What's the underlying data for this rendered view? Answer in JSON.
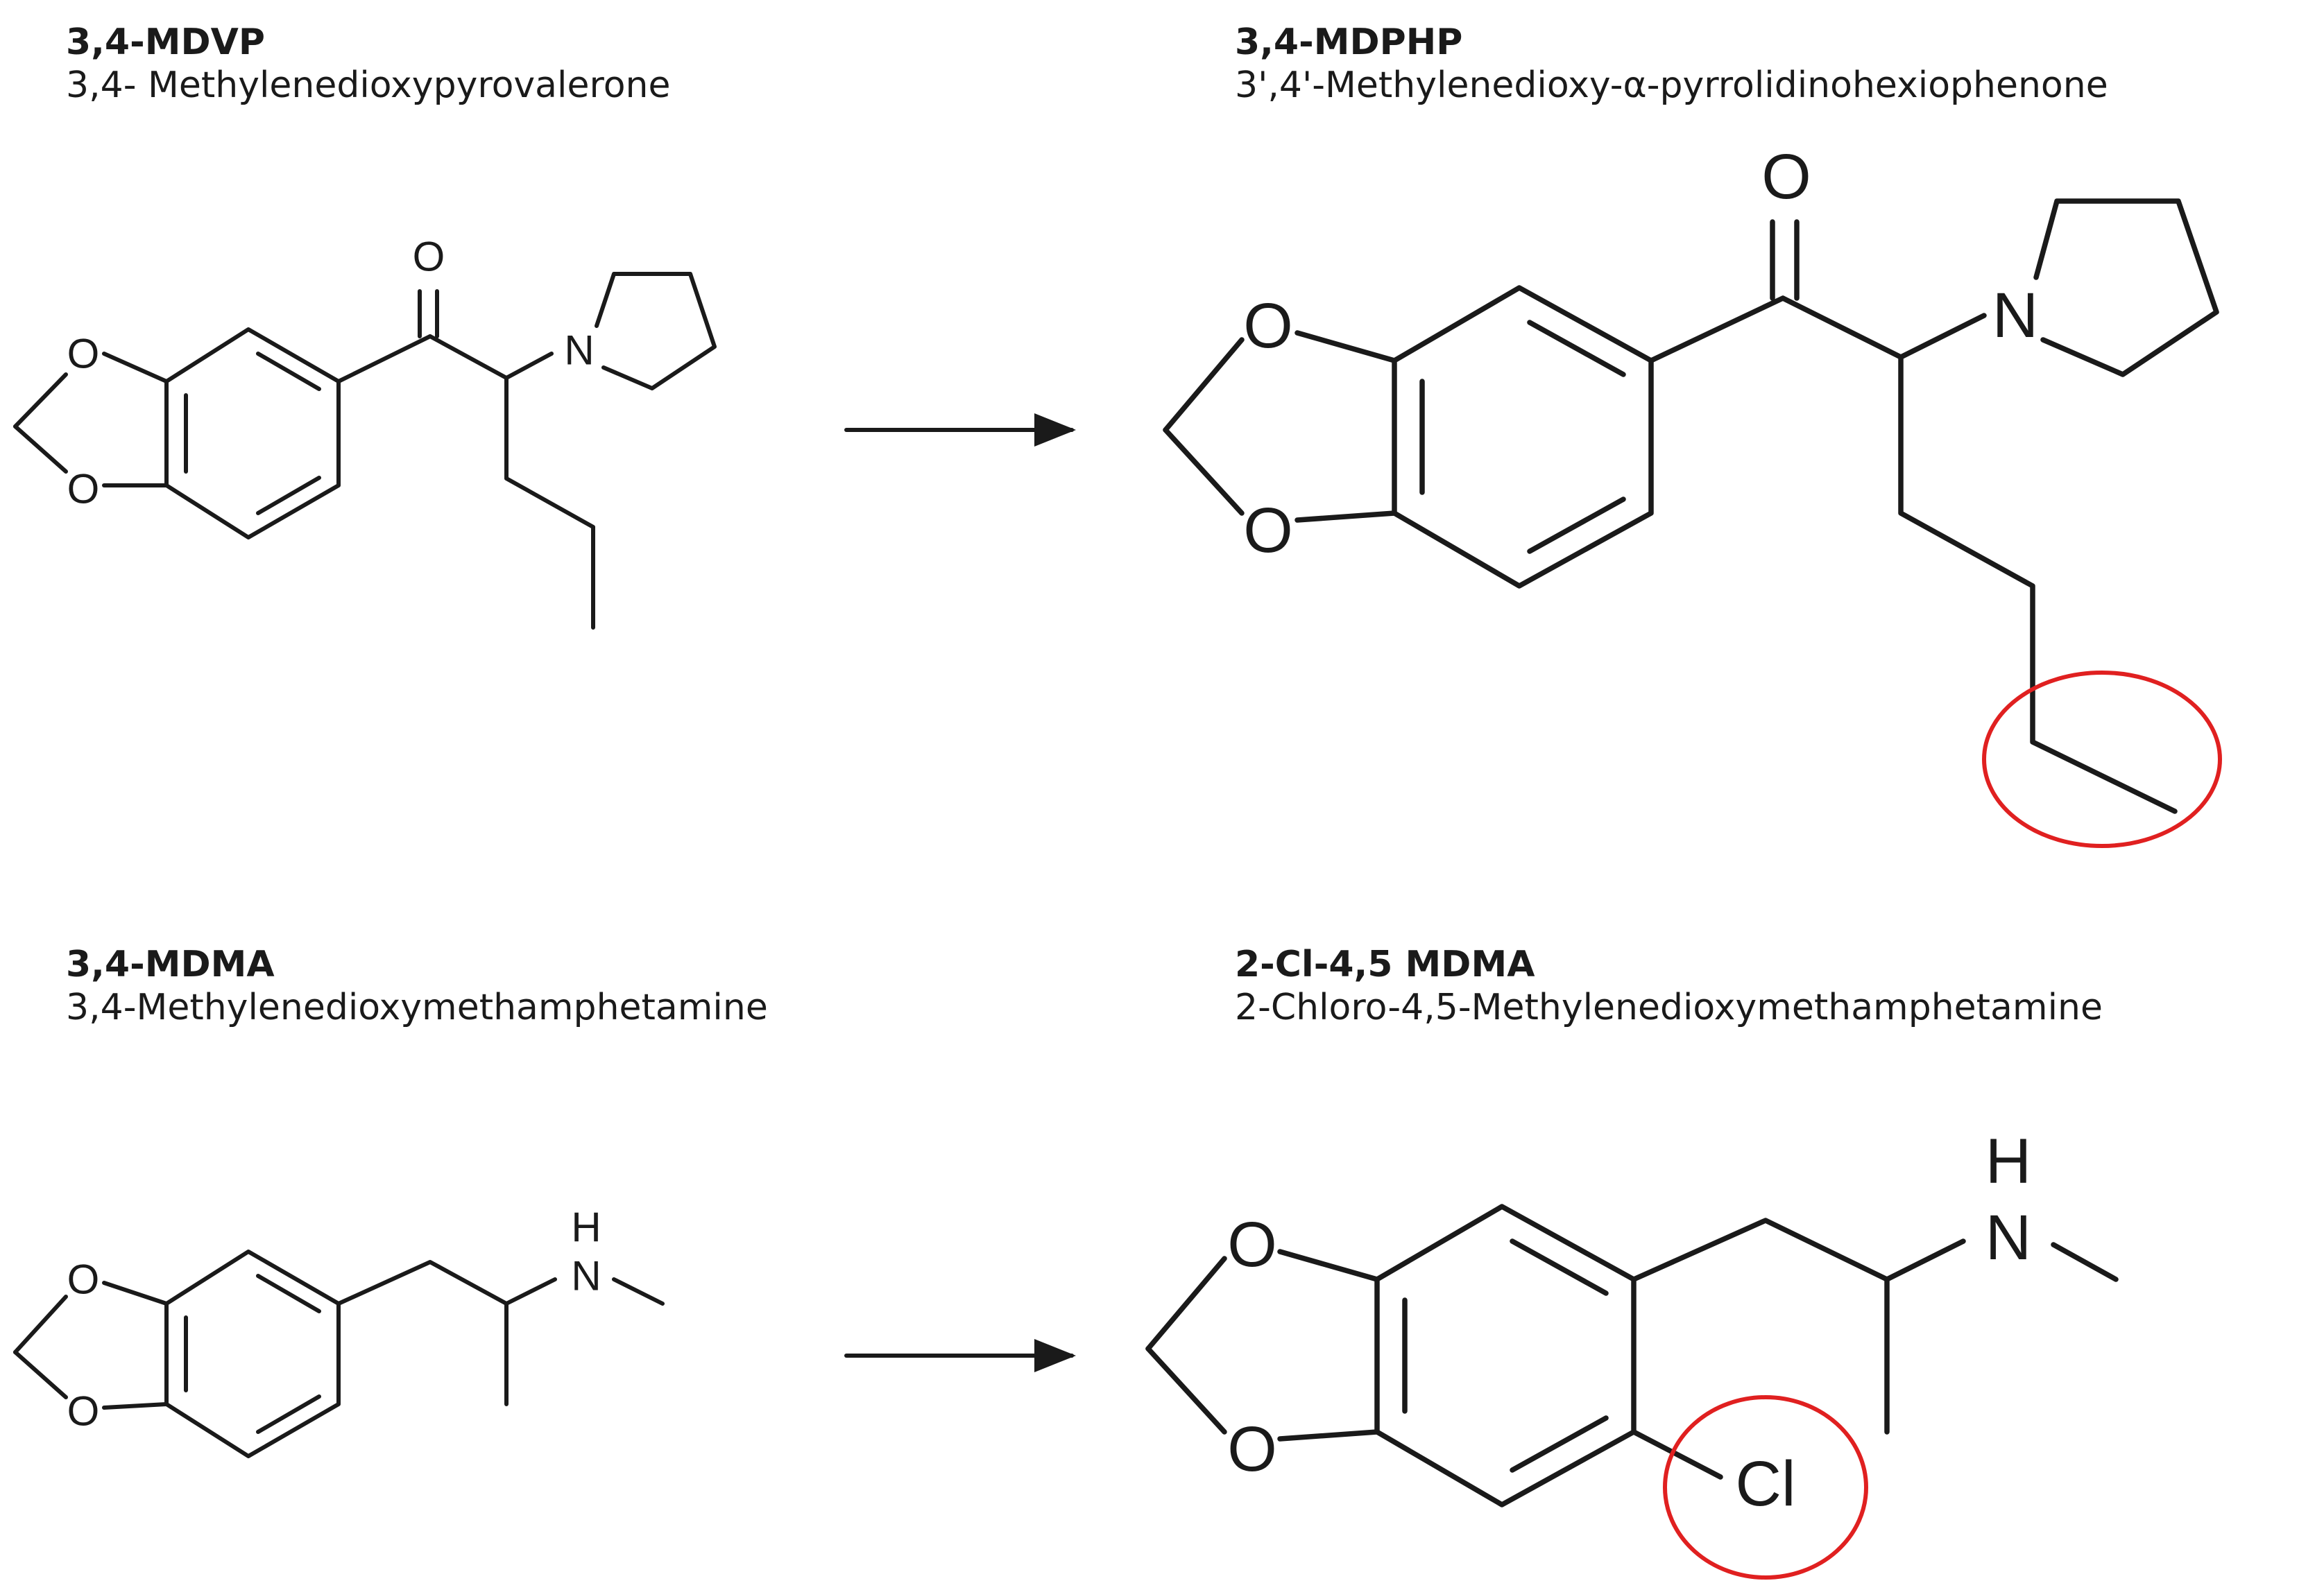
{
  "panels": {
    "top_left": {
      "abbr": "3,4-MDVP",
      "name": "3,4- Methylenedioxypyrovalerone"
    },
    "top_right": {
      "abbr": "3,4-MDPHP",
      "name": "3',4'-Methylenedioxy-α-pyrrolidinohexiophenone"
    },
    "bottom_left": {
      "abbr": "3,4-MDMA",
      "name": "3,4-Methylenedioxymethamphetamine"
    },
    "bottom_right": {
      "abbr": "2-Cl-4,5 MDMA",
      "name": "2-Chloro-4,5-Methylenedioxymethamphetamine"
    }
  },
  "atoms": {
    "oxygen": "O",
    "nitrogen": "N",
    "hydrogen": "H",
    "chlorine": "Cl"
  },
  "colors": {
    "bond": "#1a1a1a",
    "highlight": "#e02020"
  }
}
